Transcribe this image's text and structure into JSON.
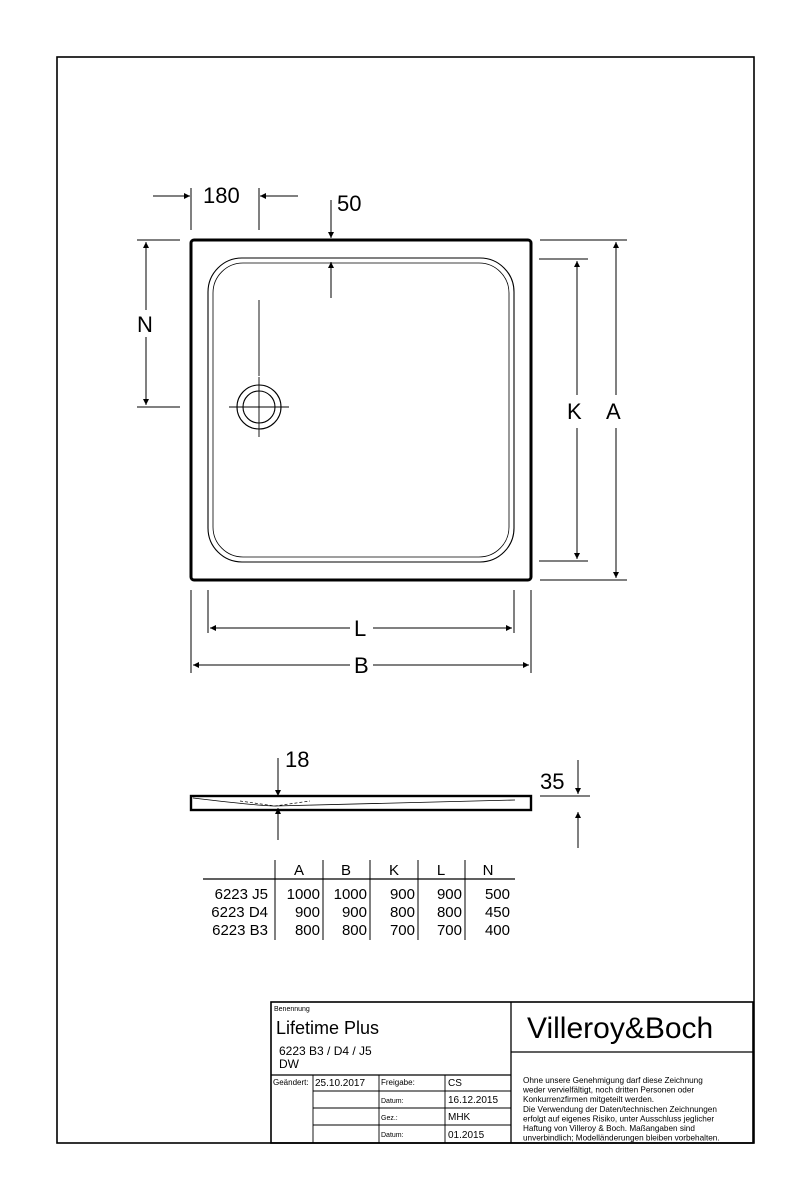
{
  "plan_dimensions": {
    "edge_offset": "180",
    "rim_width": "50",
    "n": "N",
    "k": "K",
    "a": "A",
    "l": "L",
    "b": "B"
  },
  "section_dimensions": {
    "outlet_depth": "18",
    "height": "35"
  },
  "size_table": {
    "headers": [
      "A",
      "B",
      "K",
      "L",
      "N"
    ],
    "rows": [
      {
        "model": "6223 J5",
        "values": [
          "1000",
          "1000",
          "900",
          "900",
          "500"
        ]
      },
      {
        "model": "6223 D4",
        "values": [
          "900",
          "900",
          "800",
          "800",
          "450"
        ]
      },
      {
        "model": "6223 B3",
        "values": [
          "800",
          "800",
          "700",
          "700",
          "400"
        ]
      }
    ]
  },
  "title_block": {
    "designation_label": "Benennung",
    "product_name": "Lifetime Plus",
    "product_codes": "6223 B3 / D4 / J5",
    "product_variant": "DW",
    "brand": "Villeroy&Boch",
    "changed_label": "Geändert:",
    "changed_date": "25.10.2017",
    "release_label": "Freigabe:",
    "release_value": "CS",
    "release_date_label": "Datum:",
    "release_date": "16.12.2015",
    "drawn_label": "Gez.:",
    "drawn_value": "MHK",
    "drawn_date_label": "Datum:",
    "drawn_date": "01.2015",
    "notice_lines": [
      "Ohne unsere Genehmigung darf diese Zeichnung",
      "weder vervielfältigt, noch dritten Personen oder",
      "Konkurrenzfirmen mitgeteilt werden.",
      "Die Verwendung der Daten/technischen Zeichnungen",
      "erfolgt auf eigenes Risiko, unter Ausschluss jeglicher",
      "Haftung von Villeroy & Boch. Maßangaben sind",
      "unverbindlich; Modelländerungen bleiben vorbehalten."
    ]
  }
}
